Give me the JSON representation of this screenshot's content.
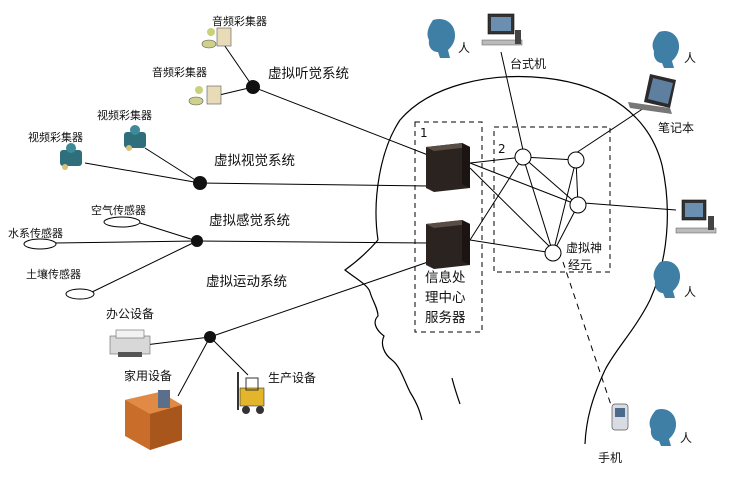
{
  "labels": {
    "audio_collector_1": "音频彩集器",
    "audio_collector_2": "音频彩集器",
    "video_collector_1": "视频彩集器",
    "video_collector_2": "视频彩集器",
    "virtual_hearing": "虚拟听觉系统",
    "virtual_vision": "虚拟视觉系统",
    "virtual_sensing": "虚拟感觉系统",
    "virtual_motion": "虚拟运动系统",
    "air_sensor": "空气传感器",
    "water_sensor": "水系传感器",
    "soil_sensor": "土壤传感器",
    "office_device": "办公设备",
    "home_device": "家用设备",
    "production_device": "生产设备",
    "server_line1": "信息处",
    "server_line2": "理中心",
    "server_line3": "服务器",
    "box1_number": "1",
    "box2_number": "2",
    "neuron_line1": "虚拟神",
    "neuron_line2": "经元",
    "desktop": "台式机",
    "laptop": "笔记本",
    "phone": "手机",
    "person": "人"
  },
  "colors": {
    "line": "#000000",
    "server": "#2a2320",
    "head_blue": "#3f7fa6",
    "box_orange": "#c86d2a",
    "forklift_yellow": "#e2b52a"
  }
}
